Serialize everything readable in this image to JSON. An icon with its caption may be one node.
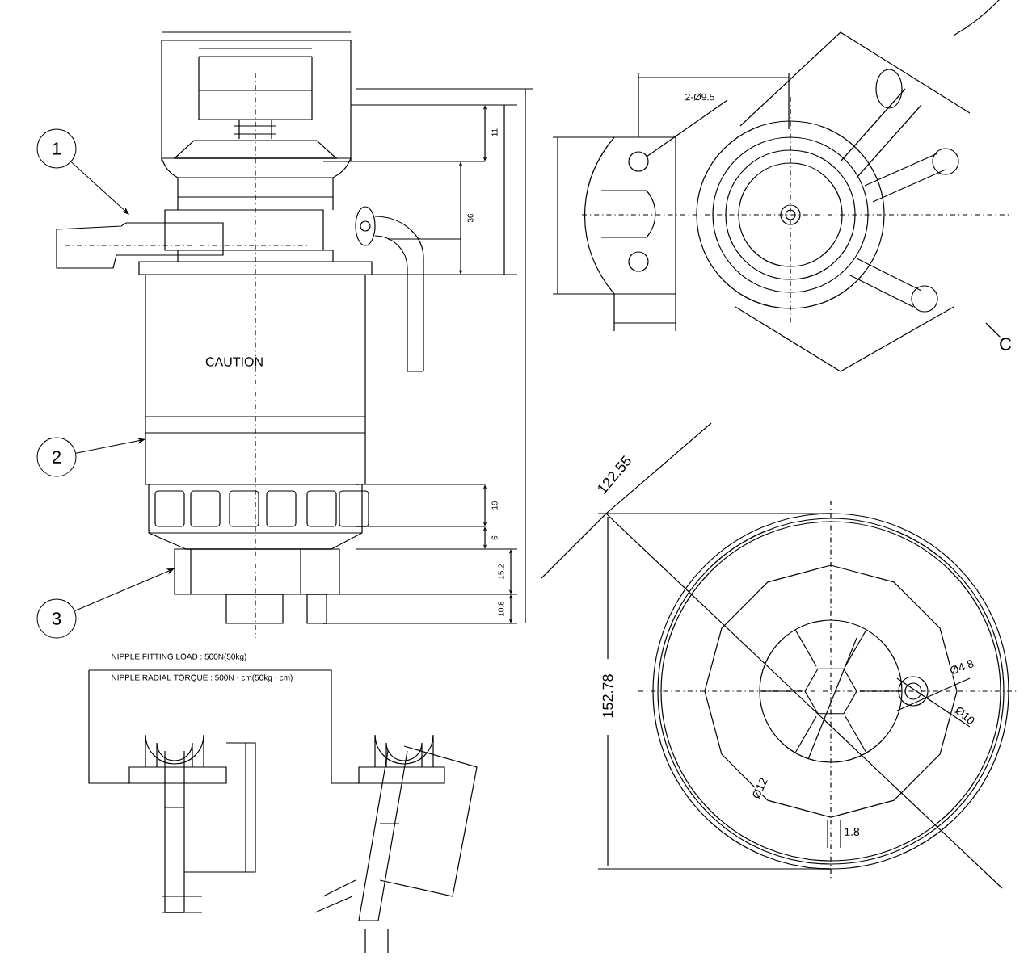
{
  "diagram": {
    "nodes": [
      {
        "text": [
          "1"
        ]
      },
      {
        "text": [
          "2"
        ]
      },
      {
        "text": [
          "3"
        ]
      }
    ],
    "edges": [
      {
        "from": 0,
        "to": null,
        "arrow": "to"
      },
      {
        "from": 1,
        "to": null,
        "arrow": "to"
      },
      {
        "from": 2,
        "to": null,
        "arrow": "to"
      }
    ],
    "labels": [
      "CAUTION",
      "11",
      "36",
      "19",
      "6",
      "15.2",
      "10.8",
      "2-Ø9.5",
      "C",
      "122.55",
      "152.78",
      "Ø12",
      "Ø4.8",
      "Ø10",
      "1.8",
      "NIPPLE FITTING LOAD : 500N(50kg)",
      "NIPPLE RADIAL TORQUE : 500N · cm(50kg · cm)"
    ]
  }
}
